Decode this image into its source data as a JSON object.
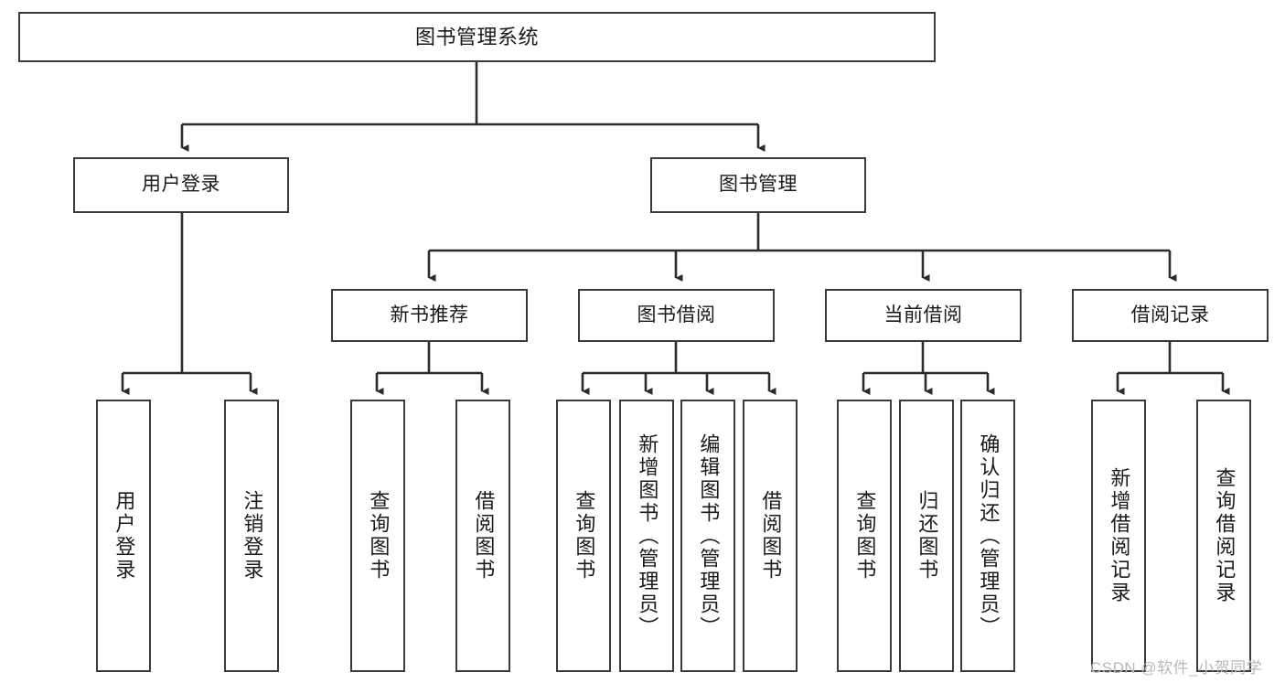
{
  "diagram": {
    "title": "图书管理系统",
    "type": "hierarchy-tree",
    "colors": {
      "box_border": "#3a3a3a",
      "box_fill": "#ffffff",
      "connector": "#2b2b2b",
      "text": "#1a1a1a",
      "watermark": "#b9b9b9"
    },
    "root": {
      "label": "图书管理系统"
    },
    "level2": [
      {
        "label": "用户登录"
      },
      {
        "label": "图书管理"
      }
    ],
    "level3": [
      {
        "label": "新书推荐"
      },
      {
        "label": "图书借阅"
      },
      {
        "label": "当前借阅"
      },
      {
        "label": "借阅记录"
      }
    ],
    "leaves": {
      "user_login": [
        {
          "label": "用户登录"
        },
        {
          "label": "注销登录"
        }
      ],
      "new_book_recommend": [
        {
          "label": "查询图书"
        },
        {
          "label": "借阅图书"
        }
      ],
      "book_borrow": [
        {
          "label": "查询图书"
        },
        {
          "label": "新增图书（管理员）"
        },
        {
          "label": "编辑图书（管理员）"
        },
        {
          "label": "借阅图书"
        }
      ],
      "current_borrow": [
        {
          "label": "查询图书"
        },
        {
          "label": "归还图书"
        },
        {
          "label": "确认归还（管理员）"
        }
      ],
      "borrow_record": [
        {
          "label": "新增借阅记录"
        },
        {
          "label": "查询借阅记录"
        }
      ]
    }
  },
  "watermark": {
    "text": "CSDN @软件_小贺同学"
  }
}
